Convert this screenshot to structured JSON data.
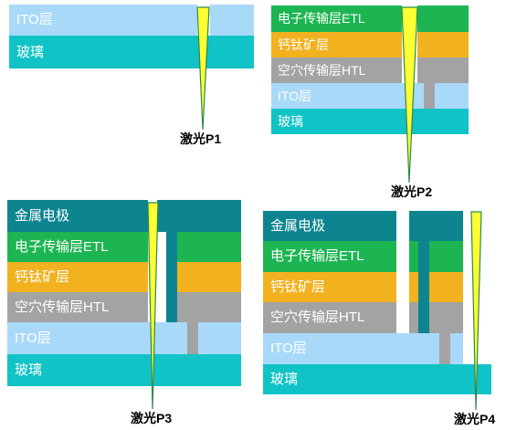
{
  "colors": {
    "ito": "#a9d9f9",
    "glass": "#10c3c6",
    "etl": "#1db552",
    "perovskite": "#f2b11e",
    "htl": "#a3a3a3",
    "electrode": "#0d8590",
    "beam_fill": "#ffff33",
    "beam_stroke": "#2a8a4a"
  },
  "panel_p1": {
    "ito_label": "ITO层",
    "glass_label": "玻璃",
    "laser_label": "激光P1"
  },
  "panel_p2": {
    "etl_label": "电子传输层ETL",
    "perovskite_label": "钙钛矿层",
    "htl_label": "空穴传输层HTL",
    "ito_label": "ITO层",
    "glass_label": "玻璃",
    "laser_label": "激光P2"
  },
  "panel_p3": {
    "electrode_label": "金属电极",
    "etl_label": "电子传输层ETL",
    "perovskite_label": "钙钛矿层",
    "htl_label": "空穴传输层HTL",
    "ito_label": "ITO层",
    "glass_label": "玻璃",
    "laser_label": "激光P3"
  },
  "panel_p4": {
    "electrode_label": "金属电极",
    "etl_label": "电子传输层ETL",
    "perovskite_label": "钙钛矿层",
    "htl_label": "空穴传输层HTL",
    "ito_label": "ITO层",
    "glass_label": "玻璃",
    "laser_label": "激光P4"
  }
}
